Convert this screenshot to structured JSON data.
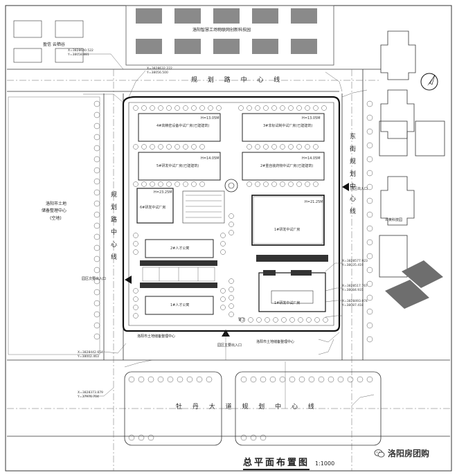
{
  "roads": {
    "north": "规 划 路 中 心 线",
    "south": "牡 丹 大 道 规 划 中 心 线",
    "west": "规划路中心线",
    "east": "东街规划中心线"
  },
  "surroundings": {
    "north_park": "洛阳智慧工场物联网创新科技园",
    "northwest_community": "盈信 云栖谷",
    "west_center": [
      "洛阳市土地",
      "储备整理中心",
      "(空地)"
    ],
    "east_park": "炎黄科技园",
    "south_center_left": "洛阳市土地储备整理中心",
    "south_center_right": "洛阳市土地储备整理中心"
  },
  "buildings": {
    "b4": {
      "name": "4#高精密设备中试厂房(已建建筑)",
      "height": "H=13.05M"
    },
    "b3": {
      "name": "3#非标试制中试厂房(已建建筑)",
      "height": "H=13.05M"
    },
    "b5": {
      "name": "5#研发中试厂房(已建建筑)",
      "height": "H=14.05M"
    },
    "b2": {
      "name": "2#重自装药物中试厂房(已建建筑)",
      "height": "H=14.05M"
    },
    "b6": {
      "name": "6#研发中试厂房",
      "height": "H=23.25M"
    },
    "b1": {
      "name": "1#研发中试厂房",
      "height": "H=21.25M"
    },
    "b2apt": {
      "name": "2#人才公寓"
    },
    "b1apt": {
      "name": "1#人才公寓"
    },
    "b_lab": {
      "name": "1#研发中试厂房"
    },
    "gate": {
      "name": "警卫"
    }
  },
  "entrances": {
    "main": "园区主要出入口",
    "secondary": "园区次要出入口",
    "east": "园区出入口"
  },
  "coords": [
    "X=3828640.522",
    "Y=38058.881",
    "X=3828632.222",
    "Y=38056.500",
    "X=3828577.923",
    "Y=38035.419",
    "X=3828517.767",
    "Y=38084.931",
    "X=3828493.074",
    "Y=38087.418",
    "X=3828442.654",
    "Y=38002.463",
    "X=3828373.879",
    "Y=37976.704"
  ],
  "title": {
    "text": "总平面布置图",
    "scale": "1:1000"
  },
  "watermark": "洛阳房团购"
}
